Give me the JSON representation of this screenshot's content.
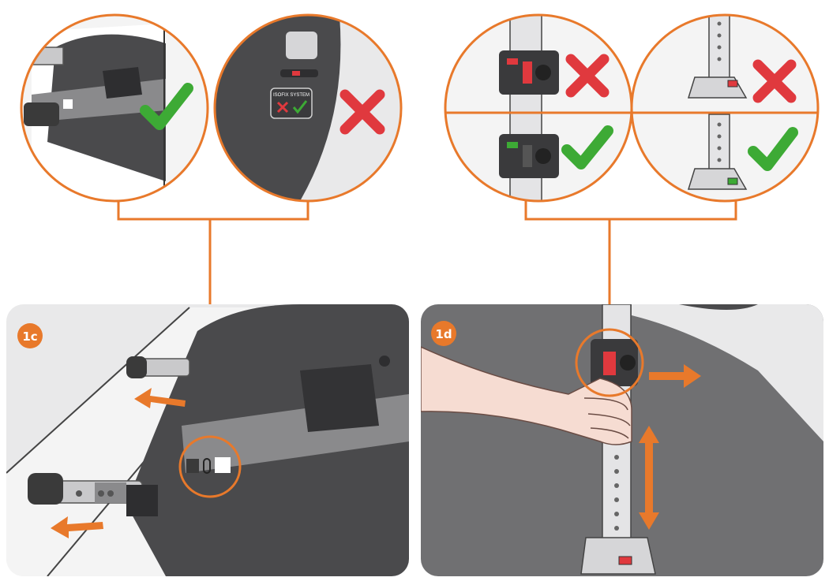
{
  "steps": {
    "left": {
      "label": "1c"
    },
    "right": {
      "label": "1d"
    }
  },
  "isofix_indicator": {
    "text": "ISOFIX SYSTEM"
  },
  "colors": {
    "accent_orange": "#E8792B",
    "correct_green": "#3DAA35",
    "incorrect_red": "#E0393E",
    "panel_grey": "#E9E9EA",
    "seat_dark": "#4A4A4C",
    "floor_grey": "#6E6E70"
  },
  "icons": {
    "correct": "checkmark-icon",
    "incorrect": "cross-icon",
    "direction": "arrow-icon"
  }
}
